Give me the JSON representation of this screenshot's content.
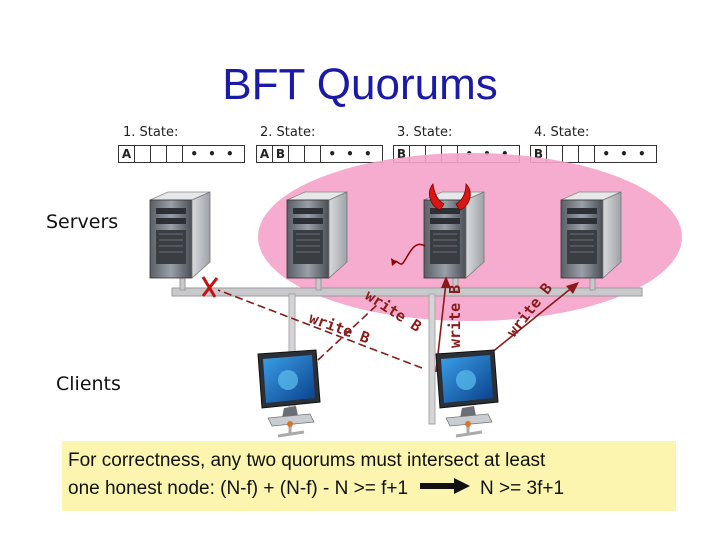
{
  "title": "BFT Quorums",
  "states": [
    {
      "label": "1. State:",
      "cells": [
        "A",
        "",
        "",
        ""
      ],
      "dots": "• • •"
    },
    {
      "label": "2. State:",
      "cells": [
        "A",
        "B",
        "",
        ""
      ],
      "dots": "• • •"
    },
    {
      "label": "3. State:",
      "cells": [
        "B",
        "",
        "",
        ""
      ],
      "dots": "• • •"
    },
    {
      "label": "4. State:",
      "cells": [
        "B",
        "",
        "",
        ""
      ],
      "dots": "• • •"
    }
  ],
  "labels": {
    "servers": "Servers",
    "clients": "Clients"
  },
  "writes": {
    "w1": "write B",
    "w2": "write B",
    "w3": "write B",
    "w4": "write B"
  },
  "note": {
    "line1": "For correctness, any two quorums must intersect at least",
    "line2a": "one honest node: (N-f) + (N-f) - N >= f+1",
    "line2b": "N >= 3f+1"
  },
  "colors": {
    "title": "#1a1aa6",
    "quorum_fill": "#f4a3c9",
    "note_bg": "#fbf5b0",
    "write_text": "#8b1a1a",
    "fail_mark": "#c81010"
  },
  "icons": {
    "server": "server-tower-icon",
    "client": "desktop-computer-icon",
    "faulty": "devil-horns-icon",
    "failure": "x-mark-icon",
    "implies": "right-arrow-icon"
  }
}
